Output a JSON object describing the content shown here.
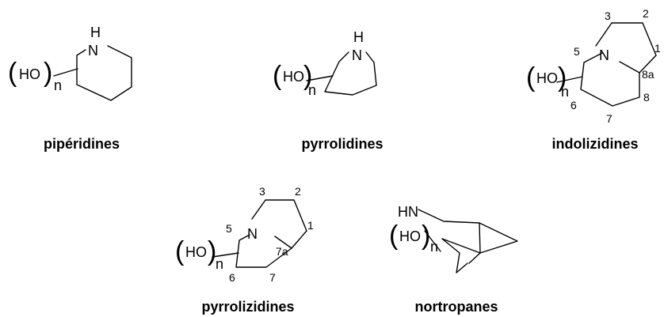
{
  "atoms": {
    "nitrogen": "N",
    "hydrogen": "H",
    "amine": "HN",
    "hydroxyl": "HO",
    "multiplier": "n"
  },
  "numbering": {
    "indolizidine": [
      "1",
      "2",
      "3",
      "5",
      "6",
      "7",
      "8",
      "8a"
    ],
    "pyrrolizidine": [
      "1",
      "2",
      "3",
      "5",
      "6",
      "7",
      "7a"
    ]
  },
  "captions": {
    "piperidines": "pipéridines",
    "pyrrolidines": "pyrrolidines",
    "indolizidines": "indolizidines",
    "pyrrolizidines": "pyrrolizidines",
    "nortropanes": "nortropanes"
  }
}
